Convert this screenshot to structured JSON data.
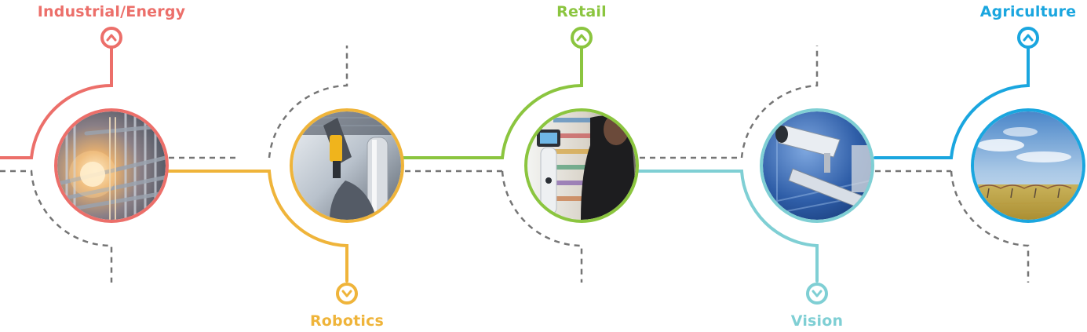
{
  "categories": [
    {
      "id": "industrial-energy",
      "label": "Industrial/Energy",
      "color": "#ec6f6a",
      "direction": "up",
      "chevron": "^",
      "image": "industrial-plant-pipes"
    },
    {
      "id": "robotics",
      "label": "Robotics",
      "color": "#efb43a",
      "direction": "down",
      "chevron": "v",
      "image": "robotic-arm"
    },
    {
      "id": "retail",
      "label": "Retail",
      "color": "#8bc53f",
      "direction": "up",
      "chevron": "^",
      "image": "store-robot-aisle"
    },
    {
      "id": "vision",
      "label": "Vision",
      "color": "#7fcfd4",
      "direction": "down",
      "chevron": "v",
      "image": "security-camera"
    },
    {
      "id": "agriculture",
      "label": "Agriculture",
      "color": "#1aa6df",
      "direction": "up",
      "chevron": "^",
      "image": "irrigation-field"
    }
  ],
  "dash_color": "#757575"
}
